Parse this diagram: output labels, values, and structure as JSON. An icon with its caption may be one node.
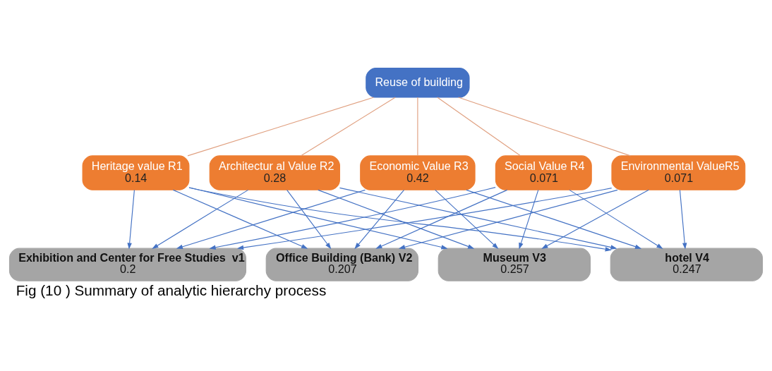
{
  "diagram": {
    "caption": "Fig (10 ) Summary of analytic hierarchy process",
    "nodes": [
      {
        "text": [
          "Reuse of building"
        ]
      },
      {
        "text": [
          "Heritage value R1",
          "0.14"
        ]
      },
      {
        "text": [
          "Architectur al Value R2",
          "0.28"
        ]
      },
      {
        "text": [
          "Economic Value R3",
          "0.42"
        ]
      },
      {
        "text": [
          "Social Value R4",
          "0.071"
        ]
      },
      {
        "text": [
          "Environmental ValueR5",
          "0.071"
        ]
      },
      {
        "text": [
          "Exhibition and Center for Free Studies  v1",
          "0.2"
        ]
      },
      {
        "text": [
          "Office Building (Bank) V2",
          "0.207"
        ]
      },
      {
        "text": [
          "Museum V3",
          "0.257"
        ]
      },
      {
        "text": [
          "hotel V4",
          "0.247"
        ]
      }
    ],
    "edges": [
      {
        "from": 0,
        "to": 1,
        "arrow": "none",
        "color": "#e0a080"
      },
      {
        "from": 0,
        "to": 2,
        "arrow": "none",
        "color": "#e0a080"
      },
      {
        "from": 0,
        "to": 3,
        "arrow": "none",
        "color": "#e0a080"
      },
      {
        "from": 0,
        "to": 4,
        "arrow": "none",
        "color": "#e0a080"
      },
      {
        "from": 0,
        "to": 5,
        "arrow": "none",
        "color": "#e0a080"
      },
      {
        "from": 1,
        "to": 6,
        "arrow": "to"
      },
      {
        "from": 1,
        "to": 7,
        "arrow": "to"
      },
      {
        "from": 1,
        "to": 8,
        "arrow": "to"
      },
      {
        "from": 1,
        "to": 9,
        "arrow": "to"
      },
      {
        "from": 2,
        "to": 6,
        "arrow": "to"
      },
      {
        "from": 2,
        "to": 7,
        "arrow": "to"
      },
      {
        "from": 2,
        "to": 8,
        "arrow": "to"
      },
      {
        "from": 2,
        "to": 9,
        "arrow": "to"
      },
      {
        "from": 3,
        "to": 6,
        "arrow": "to"
      },
      {
        "from": 3,
        "to": 7,
        "arrow": "to"
      },
      {
        "from": 3,
        "to": 8,
        "arrow": "to"
      },
      {
        "from": 3,
        "to": 9,
        "arrow": "to"
      },
      {
        "from": 4,
        "to": 6,
        "arrow": "to"
      },
      {
        "from": 4,
        "to": 7,
        "arrow": "to"
      },
      {
        "from": 4,
        "to": 8,
        "arrow": "to"
      },
      {
        "from": 4,
        "to": 9,
        "arrow": "to"
      },
      {
        "from": 5,
        "to": 6,
        "arrow": "to"
      },
      {
        "from": 5,
        "to": 7,
        "arrow": "to"
      },
      {
        "from": 5,
        "to": 8,
        "arrow": "to"
      },
      {
        "from": 5,
        "to": 9,
        "arrow": "to"
      }
    ]
  }
}
